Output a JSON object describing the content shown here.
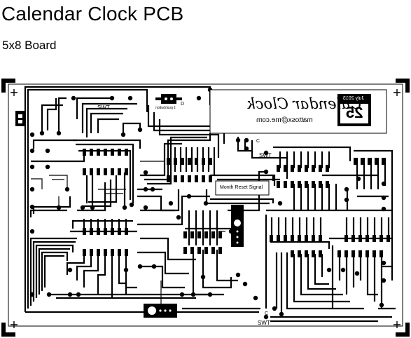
{
  "header": {
    "title": "Calendar Clock PCB",
    "subtitle": "5x8 Board"
  },
  "board": {
    "logo_text": "Calendar Clock",
    "email": "mattosx@me.com",
    "date_month": "July 2013",
    "date_day": "25",
    "labels": {
      "swt_top": "SWT",
      "swt_mid": "SWT",
      "swt_bottom": "SWT",
      "pushbutton": "1 pushbutton",
      "d_pin": "D",
      "c_pin_top": "C",
      "c_pin_bottom": "C",
      "month_reset": "Month Reset Signal"
    },
    "connector_symbol": "⊕",
    "regulator_symbol": "⊖"
  }
}
